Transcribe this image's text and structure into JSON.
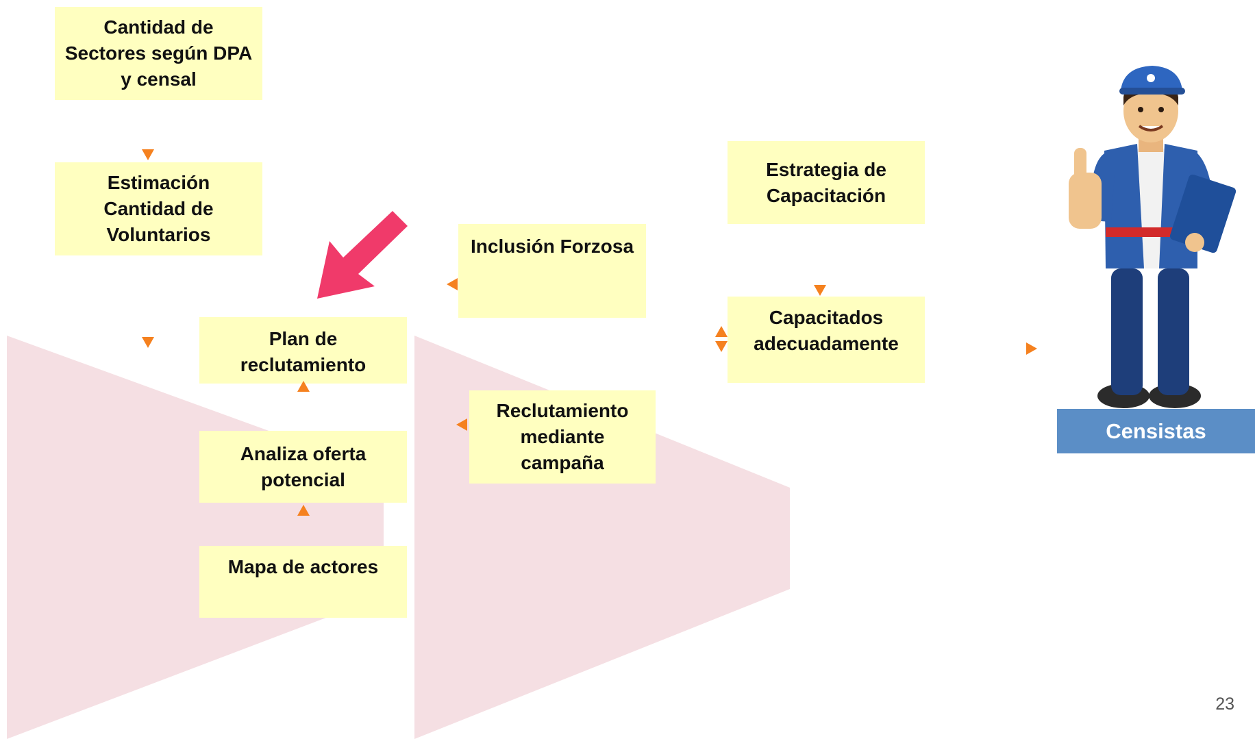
{
  "boxes": {
    "cantidad_sectores": [
      "Cantidad de",
      "Sectores según DPA",
      "y censal"
    ],
    "estimacion_voluntarios": [
      "Estimación",
      "Cantidad de",
      "Voluntarios"
    ],
    "plan_reclutamiento": [
      "Plan de",
      "reclutamiento"
    ],
    "analiza_oferta": [
      "Analiza oferta",
      "potencial"
    ],
    "mapa_actores": [
      "Mapa de actores"
    ],
    "inclusion_forzosa": [
      "Inclusión Forzosa"
    ],
    "reclutamiento_campana": [
      "Reclutamiento",
      "mediante",
      "campaña"
    ],
    "estrategia_capacitacion": [
      "Estrategia de",
      "Capacitación"
    ],
    "capacitados": [
      "Capacitados",
      "adecuadamente"
    ]
  },
  "censistas_label": "Censistas",
  "page_number": "23",
  "colors": {
    "box_fill": "#ffffc0",
    "connector_arrow": "#f5811f",
    "highlight_arrow": "#f03a6a",
    "background_chevron": "#f5dfe3",
    "label_fill": "#5b8ec6"
  },
  "icons": {
    "highlight": "pink-pointer-arrow-icon",
    "figure": "census-worker-illustration"
  }
}
